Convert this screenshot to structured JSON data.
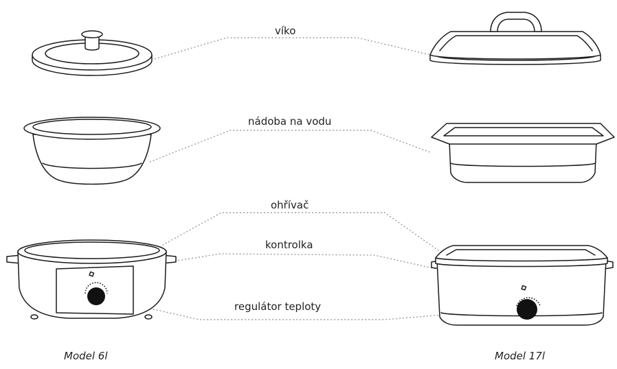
{
  "labels": {
    "lid": "víko",
    "water_container": "nádoba na vodu",
    "heater": "ohřívač",
    "indicator": "kontrolka",
    "temperature_regulator": "regulátor teploty"
  },
  "models": {
    "small": "Model 6l",
    "large": "Model 17l"
  }
}
